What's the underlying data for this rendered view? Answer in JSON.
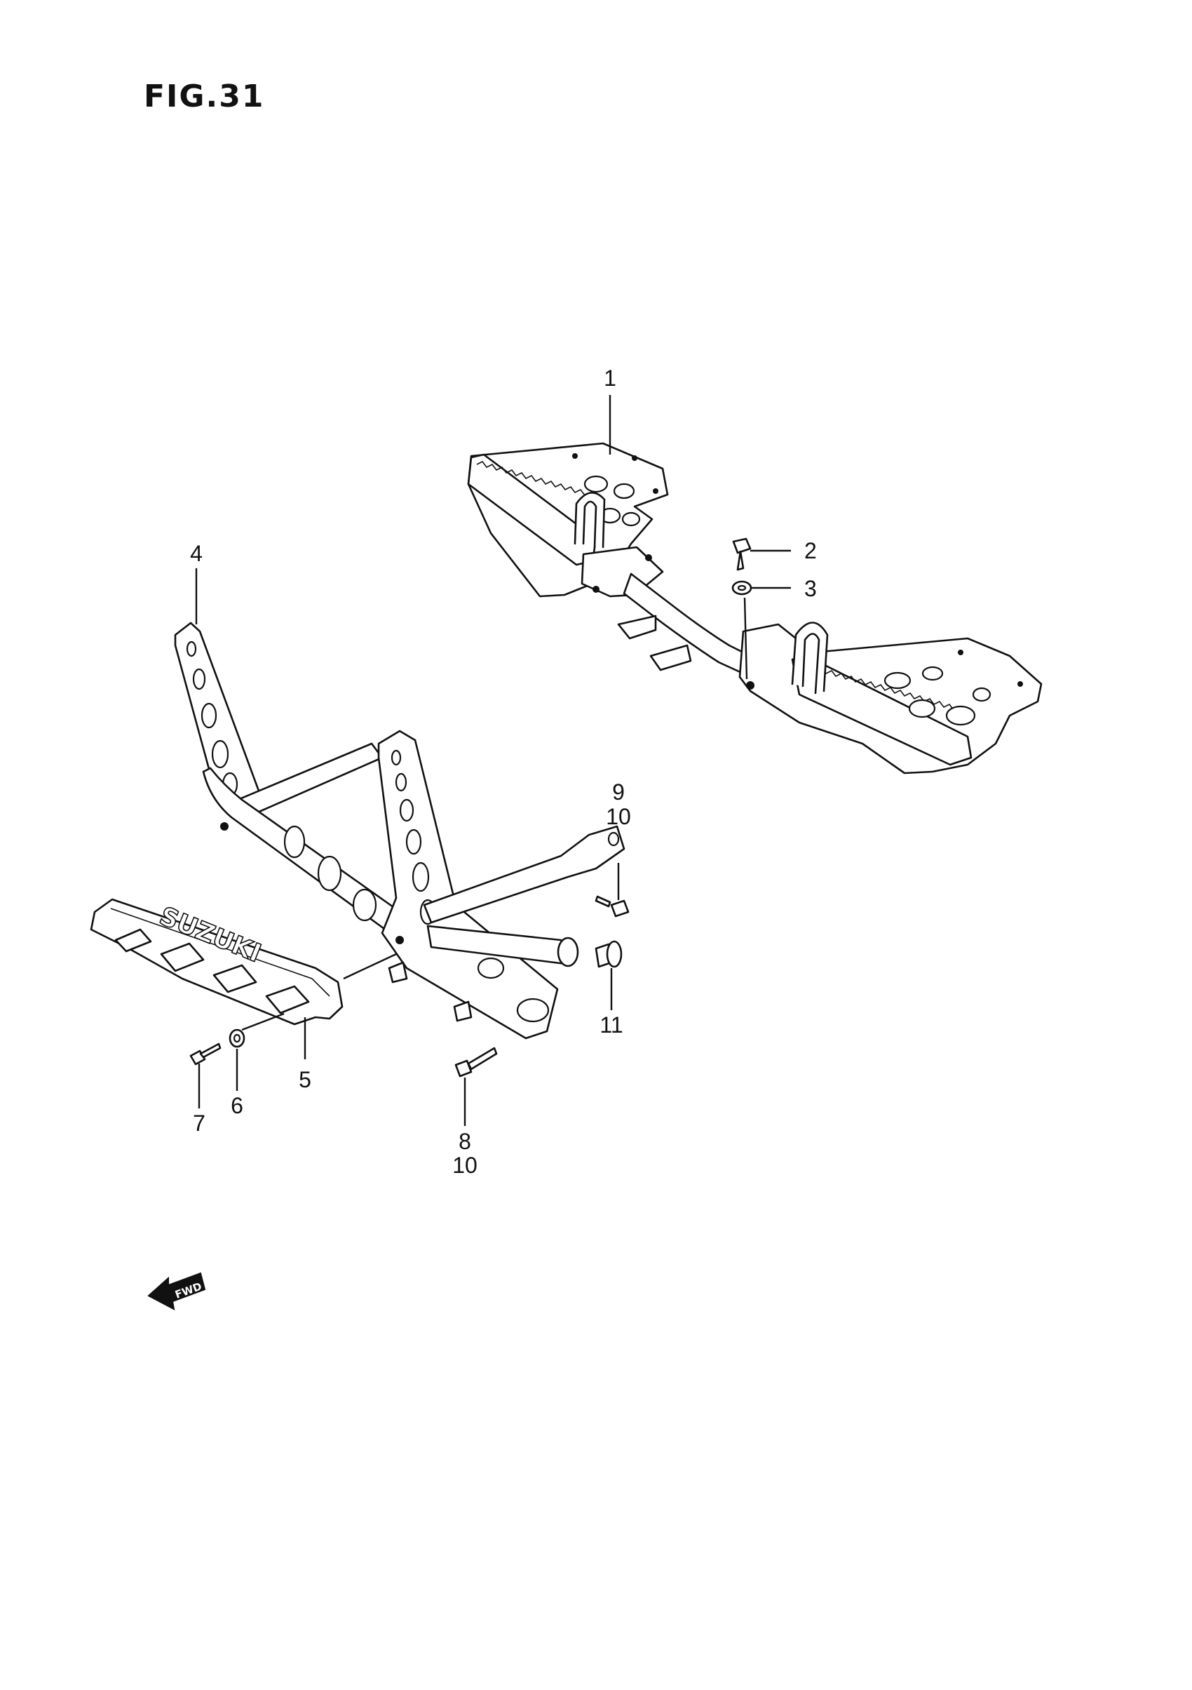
{
  "figure": {
    "title": "FIG.31",
    "forward_label": "FWD",
    "logo_text": "SUZUKI"
  },
  "callouts": [
    {
      "id": "c1",
      "text": "1"
    },
    {
      "id": "c2",
      "text": "2"
    },
    {
      "id": "c3",
      "text": "3"
    },
    {
      "id": "c4",
      "text": "4"
    },
    {
      "id": "c5",
      "text": "5"
    },
    {
      "id": "c6",
      "text": "6"
    },
    {
      "id": "c7",
      "text": "7"
    },
    {
      "id": "c8",
      "text": "8"
    },
    {
      "id": "c10a",
      "text": "10"
    },
    {
      "id": "c9",
      "text": "9"
    },
    {
      "id": "c10b",
      "text": "10"
    },
    {
      "id": "c11",
      "text": "11"
    }
  ]
}
